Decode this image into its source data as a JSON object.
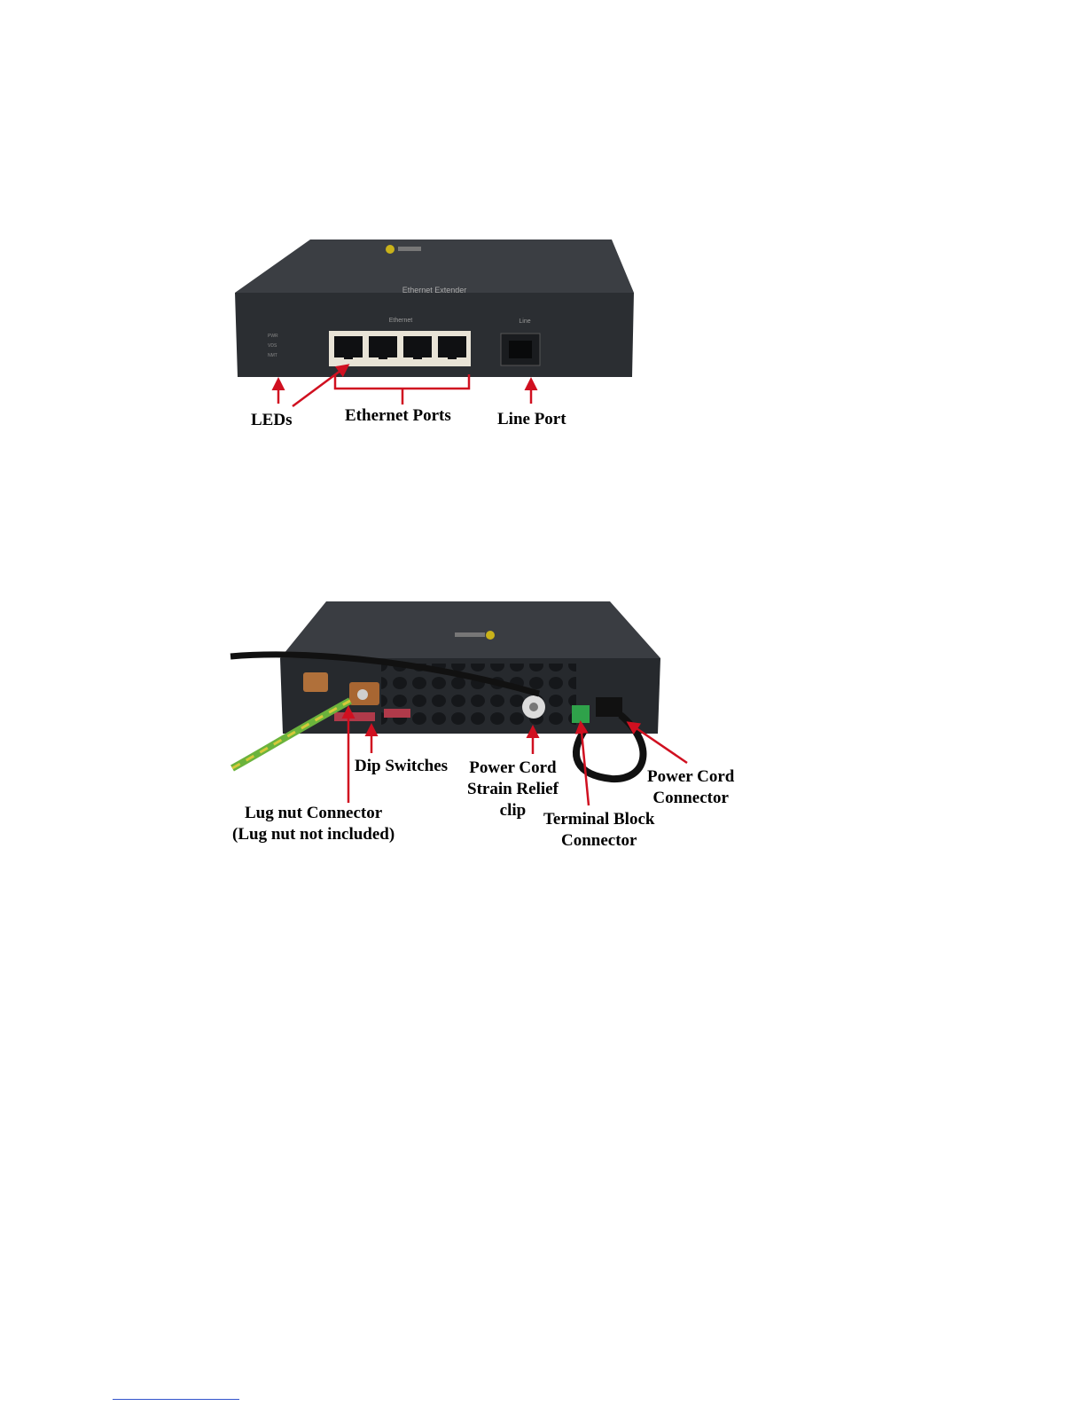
{
  "figure_front": {
    "device_label": "Ethernet Extender",
    "ethernet_label": "Ethernet",
    "line_label": "Line",
    "leds": [
      "PWR",
      "VDS",
      "NMT"
    ],
    "callouts": {
      "leds": "LEDs",
      "ethernet_ports": "Ethernet Ports",
      "line_port": "Line Port"
    }
  },
  "figure_rear": {
    "callouts": {
      "dip_switches": "Dip Switches",
      "lug_line1": "Lug nut Connector",
      "lug_line2": "(Lug nut not included)",
      "strain_line1": "Power Cord",
      "strain_line2": "Strain Relief",
      "strain_line3": "clip",
      "terminal_line1": "Terminal Block",
      "terminal_line2": "Connector",
      "power_line1": "Power Cord",
      "power_line2": "Connector"
    }
  },
  "colors": {
    "device_body": "#2c2f33",
    "device_top": "#3a3d42",
    "arrow": "#d01020",
    "port_frame": "#e8e3d6"
  }
}
